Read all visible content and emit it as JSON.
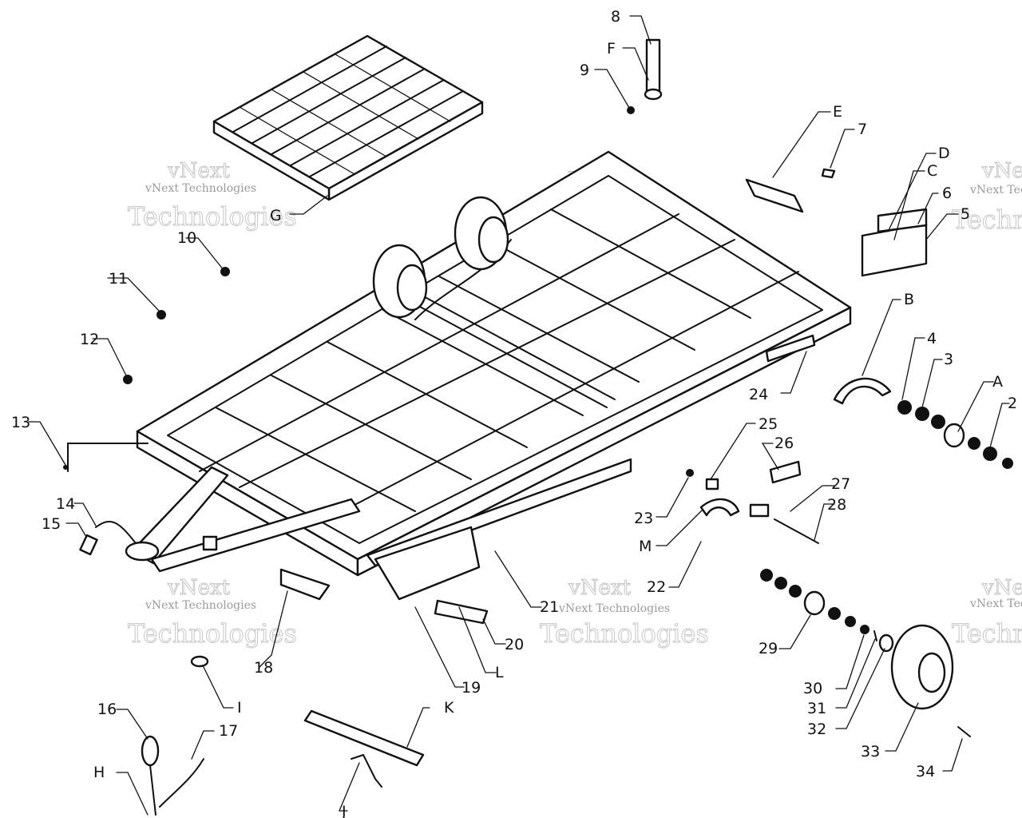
{
  "watermark": {
    "line1": "vNext",
    "line2": "vNext Technologies",
    "line3": "Technologies"
  },
  "callouts": {
    "p2": "2",
    "p3": "3",
    "p4": "4",
    "p5": "5",
    "p6": "6",
    "p7": "7",
    "p8": "8",
    "p9": "9",
    "p10": "10",
    "p11": "11",
    "p12": "12",
    "p13": "13",
    "p14": "14",
    "p15": "15",
    "p16": "16",
    "p17": "17",
    "p18": "18",
    "p19": "19",
    "p20": "20",
    "p21": "21",
    "p22": "22",
    "p23": "23",
    "p24": "24",
    "p25": "25",
    "p26": "26",
    "p27": "27",
    "p28": "28",
    "p29": "29",
    "p30": "30",
    "p31": "31",
    "p32": "32",
    "p33": "33",
    "p34": "34",
    "A": "A",
    "B": "B",
    "C": "C",
    "D": "D",
    "E": "E",
    "F": "F",
    "G": "G",
    "H": "H",
    "I": "I",
    "J": "J",
    "K": "K",
    "L": "L",
    "M": "M"
  }
}
